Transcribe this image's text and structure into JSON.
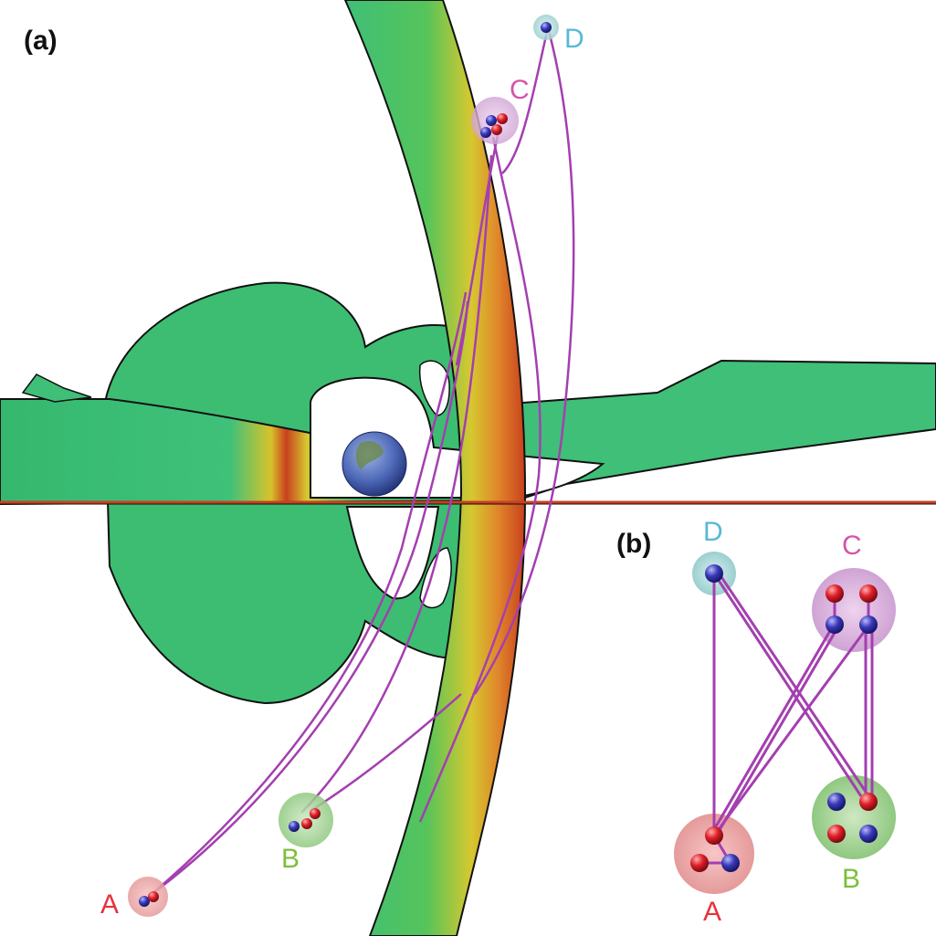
{
  "panel_labels": {
    "a": "(a)",
    "b": "(b)"
  },
  "nodes": {
    "A": {
      "label": "A",
      "color": "#e8323c"
    },
    "B": {
      "label": "B",
      "color": "#7cbf3a"
    },
    "C": {
      "label": "C",
      "color": "#d455a8"
    },
    "D": {
      "label": "D",
      "color": "#56b9d9"
    }
  },
  "colors": {
    "field_green": "#3fbf78",
    "field_dark_green": "#2fae3e",
    "field_yellow": "#d6c830",
    "field_red": "#c8401e",
    "field_line": "#a43fb0",
    "electron": "#3a3ab8",
    "proton": "#e0202a"
  }
}
